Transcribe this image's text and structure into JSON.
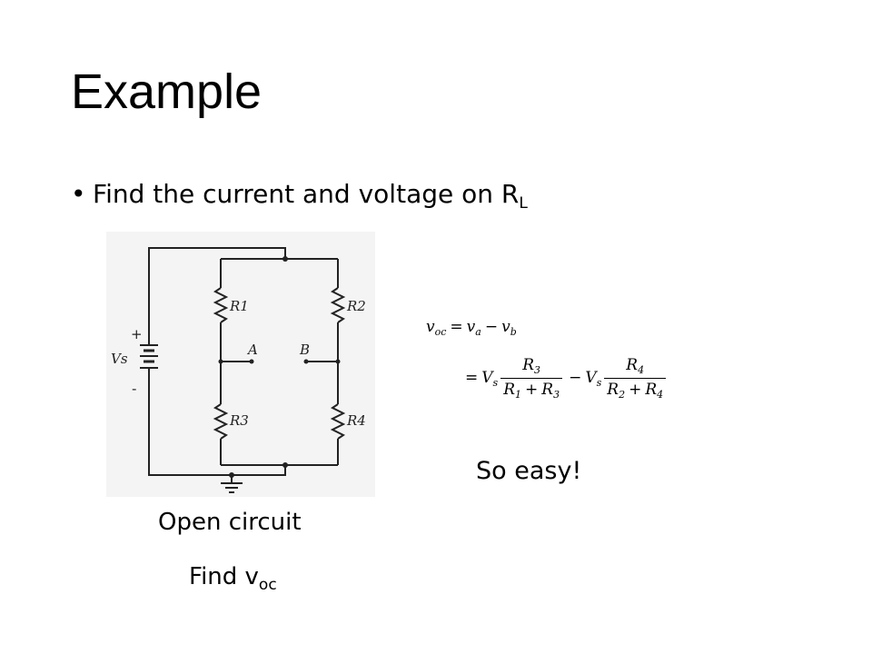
{
  "slide": {
    "title": "Example",
    "bullet_main": "Find the current and voltage on R",
    "bullet_sub": "L"
  },
  "circuit": {
    "labels": {
      "r1": "R1",
      "r2": "R2",
      "r3": "R3",
      "r4": "R4",
      "node_a": "A",
      "node_b": "B",
      "source": "Vs",
      "plus": "+",
      "minus": "-"
    }
  },
  "captions": {
    "open_circuit": "Open circuit",
    "find_main": "Find v",
    "find_sub": "oc"
  },
  "equation": {
    "line1": {
      "lhs_var": "v",
      "lhs_sub": "oc",
      "eq": "=",
      "a_var": "v",
      "a_sub": "a",
      "minus": "−",
      "b_var": "v",
      "b_sub": "b"
    },
    "line2": {
      "eq": "=",
      "vs_var": "V",
      "vs_sub": "s",
      "frac1_num_var": "R",
      "frac1_num_sub": "3",
      "frac1_den_var1": "R",
      "frac1_den_sub1": "1",
      "plus": "+",
      "frac1_den_var2": "R",
      "frac1_den_sub2": "3",
      "minus": "−",
      "vs2_var": "V",
      "vs2_sub": "s",
      "frac2_num_var": "R",
      "frac2_num_sub": "4",
      "frac2_den_var1": "R",
      "frac2_den_sub1": "2",
      "frac2_den_var2": "R",
      "frac2_den_sub2": "4"
    }
  },
  "remark": "So easy!"
}
